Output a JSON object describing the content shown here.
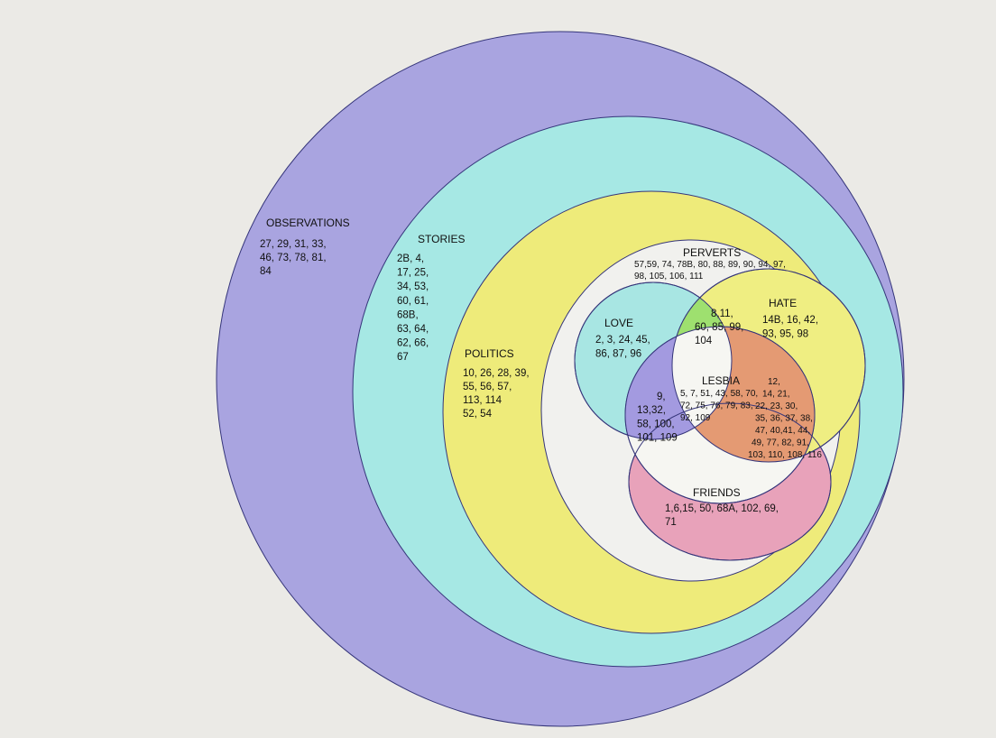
{
  "colors": {
    "background": "#ebeae6",
    "observations": "#a9a4e0",
    "stories": "#a6e8e4",
    "politics": "#eeeb7a",
    "perverts": "#f1f1ee",
    "love": "#a8e6e3",
    "hate": "#efee82",
    "love_hate": "#9ee06f",
    "lesbia": "#f6f6f2",
    "hate_lesbia": "#e49a73",
    "love_lesbia": "#a39ae0",
    "friends": "#e8a2ba",
    "outline": "#35357a"
  },
  "sets": {
    "observations": {
      "title": "OBSERVATIONS",
      "lines": [
        "27, 29, 31, 33,",
        "46, 73, 78, 81,",
        "84"
      ]
    },
    "stories": {
      "title": "STORIES",
      "lines": [
        "2B, 4,",
        "17, 25,",
        "34, 53,",
        "60, 61,",
        "68B,",
        "63, 64,",
        "62, 66,",
        "67"
      ]
    },
    "politics": {
      "title": "POLITICS",
      "lines": [
        "10, 26, 28, 39,",
        "55, 56, 57,",
        "113, 114",
        "52, 54"
      ]
    },
    "perverts": {
      "title": "PERVERTS",
      "lines": [
        "57,59, 74, 78B, 80, 88, 89, 90, 94, 97,",
        "98, 105, 106, 111"
      ]
    },
    "love": {
      "title": "LOVE",
      "lines": [
        "2, 3, 24, 45,",
        "86, 87, 96"
      ]
    },
    "hate": {
      "title": "HATE",
      "lines": [
        "14B, 16, 42,",
        "93, 95, 98"
      ]
    },
    "love_hate": {
      "lines": [
        "8,11,",
        "60, 85, 99,",
        "104"
      ]
    },
    "lesbia": {
      "title": "LESBIA",
      "lines": [
        "5, 7, 51, 43, 58, 70,",
        "72, 75, 76, 79, 83,",
        "92, 109"
      ]
    },
    "hate_lesbia": {
      "lines": [
        "12,",
        "14, 21,",
        "22, 23, 30,",
        "35, 36, 37, 38,",
        "47, 40,41, 44,",
        "49, 77, 82, 91,",
        "103, 110, 108, 116"
      ]
    },
    "love_lesbia": {
      "lines": [
        "9,",
        "13,32,",
        "58, 100,",
        "101, 109"
      ]
    },
    "friends": {
      "title": "FRIENDS",
      "lines": [
        "1,6,15, 50, 68A, 102, 69,",
        "71"
      ]
    }
  }
}
